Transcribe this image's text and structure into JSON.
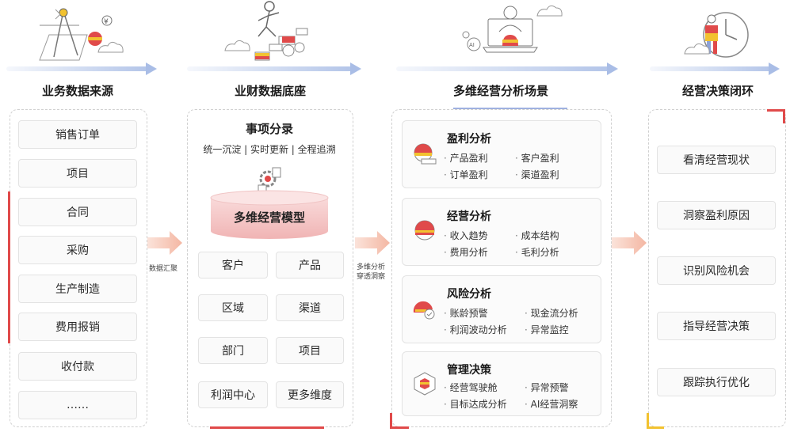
{
  "columns": {
    "source": {
      "title": "业务数据来源",
      "items": [
        "销售订单",
        "项目",
        "合同",
        "采购",
        "生产制造",
        "费用报销",
        "收付款",
        "……"
      ]
    },
    "foundation": {
      "title": "业财数据底座",
      "heading": "事项分录",
      "subheading": "统一沉淀 | 实时更新 | 全程追溯",
      "model": "多维经营模型",
      "dims": [
        "客户",
        "产品",
        "区域",
        "渠道",
        "部门",
        "项目",
        "利润中心",
        "更多维度"
      ]
    },
    "analysis": {
      "title": "多维经营分析场景",
      "cards": [
        {
          "title": "盈利分析",
          "items": [
            "产品盈利",
            "客户盈利",
            "订单盈利",
            "渠道盈利"
          ]
        },
        {
          "title": "经营分析",
          "items": [
            "收入趋势",
            "成本结构",
            "费用分析",
            "毛利分析"
          ]
        },
        {
          "title": "风险分析",
          "items": [
            "账龄预警",
            "现金流分析",
            "利润波动分析",
            "异常监控"
          ]
        },
        {
          "title": "管理决策",
          "items": [
            "经营驾驶舱",
            "异常预警",
            "目标达成分析",
            "AI经营洞察"
          ]
        }
      ]
    },
    "decision": {
      "title": "经营决策闭环",
      "items": [
        "看清经营现状",
        "洞察盈利原因",
        "识别风险机会",
        "指导经营决策",
        "跟踪执行优化"
      ]
    }
  },
  "flows": {
    "flow1": "数据汇聚",
    "flow2_line1": "多维分析",
    "flow2_line2": "穿透洞察"
  },
  "colors": {
    "accent_red": "#e04a4a",
    "accent_yellow": "#f2c230",
    "arrow_blue": "#a9bde6",
    "flow_pink": "#f6c3b3"
  }
}
